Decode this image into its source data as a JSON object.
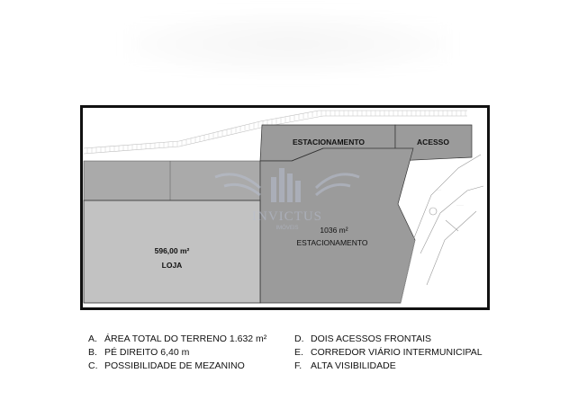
{
  "plan": {
    "estacionamento_top": "ESTACIONAMENTO",
    "acesso": "ACESSO",
    "loja_area": "596,00 m²",
    "loja_label": "LOJA",
    "estacionamento_area": "1036 m²",
    "estacionamento_label": "ESTACIONAMENTO"
  },
  "watermark": {
    "brand": "INVICTUS",
    "sub": "IMÓVEIS"
  },
  "legend": {
    "left": [
      {
        "letter": "A.",
        "text": "ÁREA TOTAL DO TERRENO 1.632 m²"
      },
      {
        "letter": "B.",
        "text": "PÉ DIREITO 6,40 m"
      },
      {
        "letter": "C.",
        "text": "POSSIBILIDADE DE MEZANINO"
      }
    ],
    "right": [
      {
        "letter": "D.",
        "text": "DOIS ACESSOS FRONTAIS"
      },
      {
        "letter": "E.",
        "text": "CORREDOR VIÁRIO INTERMUNICIPAL"
      },
      {
        "letter": "F.",
        "text": "ALTA VISIBILIDADE"
      }
    ]
  },
  "colors": {
    "loja": "#c2c2c2",
    "estacionamento": "#9b9b9b",
    "strip": "#aaaaaa",
    "border": "#111111",
    "watermark": "#b8bfd0"
  }
}
